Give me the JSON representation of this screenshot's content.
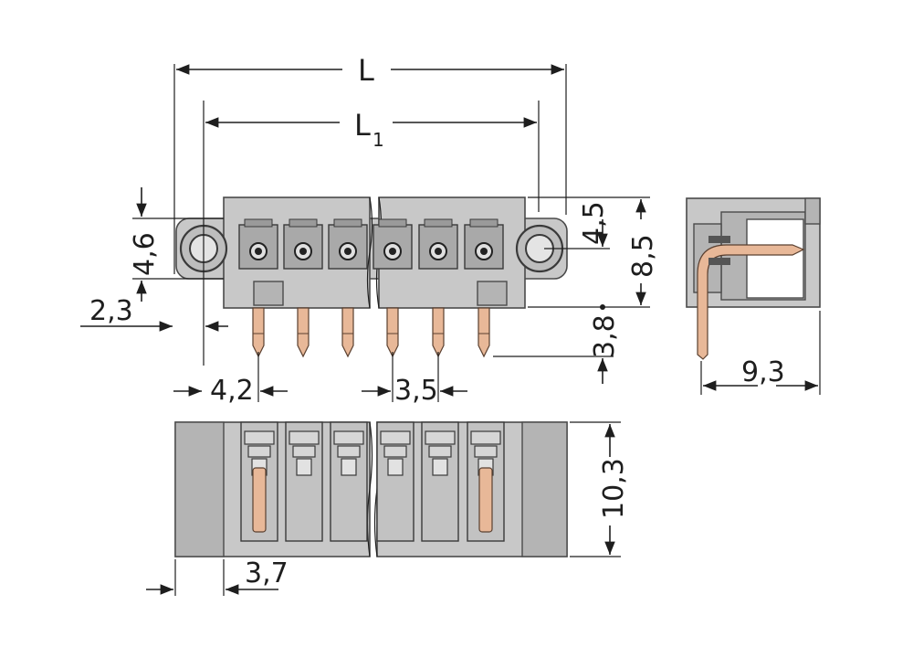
{
  "colors": {
    "housing": "#c8c8c8",
    "housing_dark": "#b4b4b4",
    "pin": "#e8b898",
    "line": "#1e1e1e"
  },
  "dimensions": {
    "L": "L",
    "L1_main": "L",
    "L1_sub": "1",
    "d_4_6": "4,6",
    "d_2_3": "2,3",
    "d_4_5": "4,5",
    "d_8_5": "8,5",
    "d_3_8": "3,8",
    "d_4_2": "4,2",
    "d_3_5": "3,5",
    "d_9_3": "9,3",
    "d_10_3": "10,3",
    "d_3_7": "3,7"
  }
}
